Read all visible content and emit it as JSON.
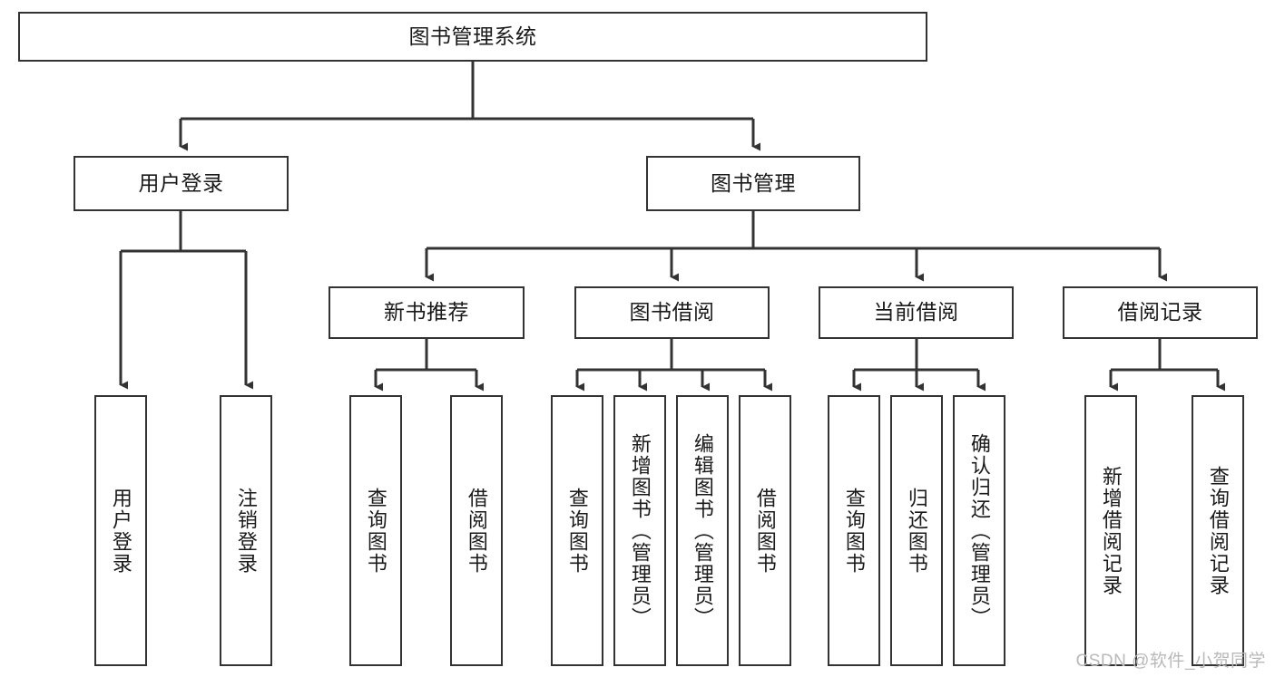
{
  "diagram": {
    "title": "图书管理系统",
    "watermark": "CSDN @软件_小贺同学",
    "line_color": "#333333",
    "box_border_color": "#333333",
    "box_fill_color": "#ffffff",
    "text_color": "#1a1a1a",
    "watermark_color": "#b9b9b9"
  },
  "nodes": {
    "root": {
      "label": "图书管理系统"
    },
    "level1": [
      {
        "label": "用户登录"
      },
      {
        "label": "图书管理"
      }
    ],
    "level2": [
      {
        "label": "新书推荐"
      },
      {
        "label": "图书借阅"
      },
      {
        "label": "当前借阅"
      },
      {
        "label": "借阅记录"
      }
    ],
    "leaves": {
      "user_login": [
        {
          "label": "用户登录"
        },
        {
          "label": "注销登录"
        }
      ],
      "new_book_recommend": [
        {
          "label": "查询图书"
        },
        {
          "label": "借阅图书"
        }
      ],
      "book_borrow": [
        {
          "label": "查询图书"
        },
        {
          "label": "新增图书（管理员）"
        },
        {
          "label": "编辑图书（管理员）"
        },
        {
          "label": "借阅图书"
        }
      ],
      "current_borrow": [
        {
          "label": "查询图书"
        },
        {
          "label": "归还图书"
        },
        {
          "label": "确认归还（管理员）"
        }
      ],
      "borrow_record": [
        {
          "label": "新增借阅记录"
        },
        {
          "label": "查询借阅记录"
        }
      ]
    }
  }
}
